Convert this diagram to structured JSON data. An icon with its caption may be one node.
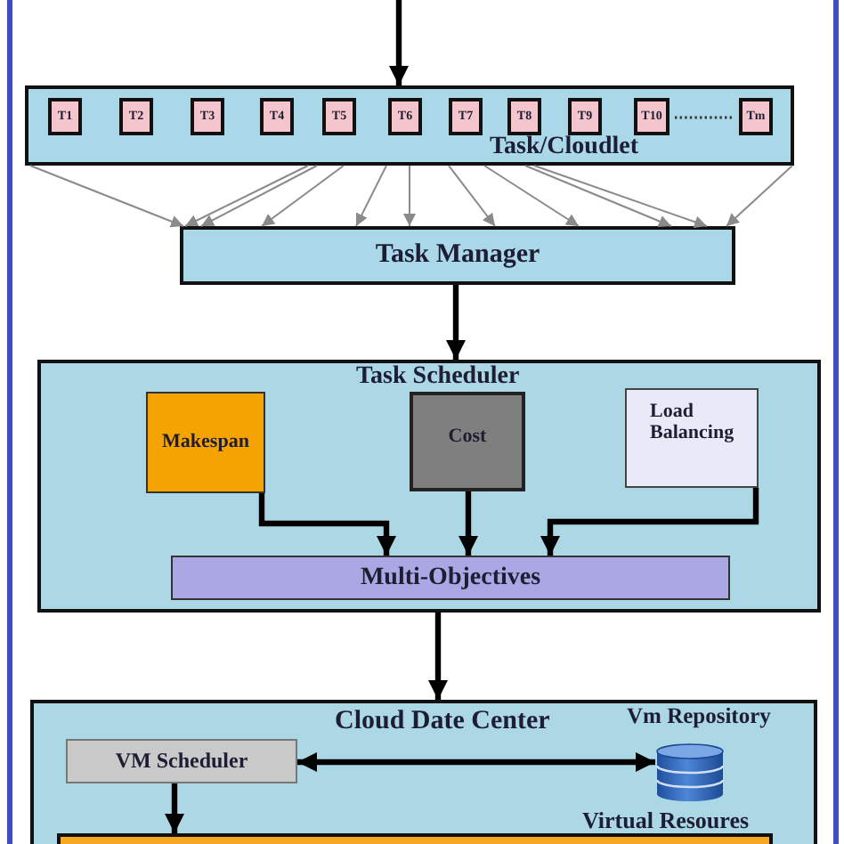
{
  "diagram": {
    "nodes": [
      {
        "text": [
          "Task/Cloudlet"
        ]
      },
      {
        "text": [
          "T1"
        ],
        "in": 0
      },
      {
        "text": [
          "T2"
        ],
        "in": 0
      },
      {
        "text": [
          "T3"
        ],
        "in": 0
      },
      {
        "text": [
          "T4"
        ],
        "in": 0
      },
      {
        "text": [
          "T5"
        ],
        "in": 0
      },
      {
        "text": [
          "T6"
        ],
        "in": 0
      },
      {
        "text": [
          "T7"
        ],
        "in": 0
      },
      {
        "text": [
          "T8"
        ],
        "in": 0
      },
      {
        "text": [
          "T9"
        ],
        "in": 0
      },
      {
        "text": [
          "T10"
        ],
        "in": 0
      },
      {
        "text": [
          "Tm"
        ],
        "in": 0
      },
      {
        "text": [
          "Task Manager"
        ]
      },
      {
        "text": [
          "Task Scheduler"
        ]
      },
      {
        "text": [
          "Makespan"
        ],
        "in": 13
      },
      {
        "text": [
          "Cost"
        ],
        "in": 13
      },
      {
        "text": [
          "Load Balancing"
        ],
        "in": 13
      },
      {
        "text": [
          "Multi-Objectives"
        ],
        "in": 13
      },
      {
        "text": [
          "Cloud Date Center"
        ]
      },
      {
        "text": [
          "VM Scheduler"
        ],
        "in": 18
      },
      {
        "text": [],
        "shape": "cylinder",
        "beside": [
          "Vm Repository",
          "Virtual Resoures"
        ],
        "in": 18
      },
      {
        "text": [],
        "shape": "box",
        "in": 18
      }
    ],
    "edges": [
      {
        "from": null,
        "to": 0,
        "arrow": "to",
        "style": "thick",
        "color": "#000000"
      },
      {
        "from": 0,
        "to": 12,
        "arrow": "to"
      },
      {
        "from": 0,
        "to": 12,
        "arrow": "to"
      },
      {
        "from": 0,
        "to": 12,
        "arrow": "to"
      },
      {
        "from": 0,
        "to": 12,
        "arrow": "to"
      },
      {
        "from": 0,
        "to": 12,
        "arrow": "to"
      },
      {
        "from": 0,
        "to": 12,
        "arrow": "to"
      },
      {
        "from": 0,
        "to": 12,
        "arrow": "to"
      },
      {
        "from": 0,
        "to": 12,
        "arrow": "to"
      },
      {
        "from": 0,
        "to": 12,
        "arrow": "to"
      },
      {
        "from": 0,
        "to": 12,
        "arrow": "to"
      },
      {
        "from": 0,
        "to": 12,
        "arrow": "to"
      },
      {
        "from": 12,
        "to": 13,
        "arrow": "to",
        "style": "thick",
        "color": "#000000"
      },
      {
        "from": 14,
        "to": 17,
        "arrow": "to",
        "style": "thick",
        "color": "#000000"
      },
      {
        "from": 15,
        "to": 17,
        "arrow": "to",
        "style": "thick",
        "color": "#000000"
      },
      {
        "from": 16,
        "to": 17,
        "arrow": "to",
        "style": "thick",
        "color": "#000000"
      },
      {
        "from": 13,
        "to": 18,
        "arrow": "to",
        "style": "thick",
        "color": "#000000"
      },
      {
        "from": 19,
        "to": 20,
        "arrow": "both",
        "style": "thick",
        "color": "#000000"
      },
      {
        "from": 19,
        "to": 21,
        "arrow": "to",
        "style": "thick",
        "color": "#000000"
      }
    ]
  }
}
